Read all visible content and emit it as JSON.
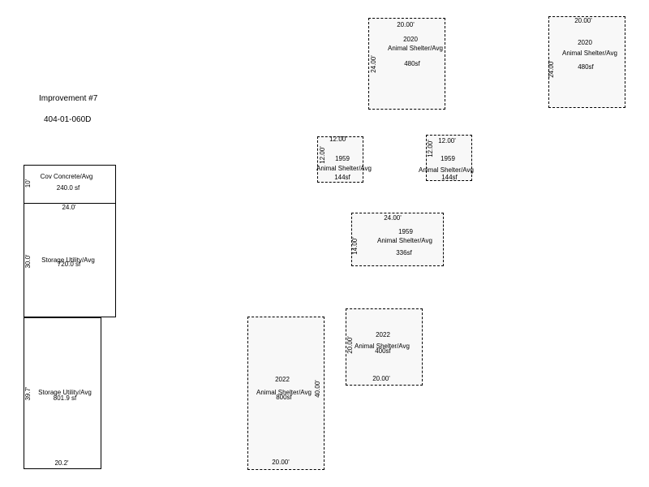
{
  "heading": {
    "title": "Improvement #7",
    "parcel": "404-01-060D"
  },
  "structures": {
    "cov_concrete": {
      "desc": "Cov Concrete/Avg",
      "area": "240.0 sf",
      "side": "10'"
    },
    "storage_a": {
      "top": "24.0'",
      "desc": "Storage Utility/Avg",
      "area": "720.0 sf",
      "side": "30.0'"
    },
    "storage_b": {
      "desc": "Storage Utility/Avg",
      "area": "801.9 sf",
      "side": "39.7'",
      "bottom": "20.2'"
    },
    "shelter_a": {
      "top": "20.00'",
      "year": "2020",
      "desc": "Animal Shelter/Avg",
      "area": "480sf",
      "side": "24.00'"
    },
    "shelter_b": {
      "top": "20.00'",
      "year": "2020",
      "desc": "Animal Shelter/Avg",
      "area": "480sf",
      "side": "24.00'"
    },
    "shelter_c": {
      "top": "12.00'",
      "side": "12.00'",
      "year": "1959",
      "desc": "Animal Shelter/Avg",
      "area": "144sf"
    },
    "shelter_d": {
      "top": "12.00'",
      "side": "12.00'",
      "year": "1959",
      "desc": "Animal Shelter/Avg",
      "area": "144sf"
    },
    "shelter_e": {
      "top": "24.00'",
      "year": "1959",
      "desc": "Animal Shelter/Avg",
      "area": "336sf",
      "side": "14.00'"
    },
    "shelter_f": {
      "year": "2022",
      "desc": "Animal Shelter/Avg",
      "area": "400sf",
      "side": "20.00'",
      "bottom": "20.00'"
    },
    "shelter_g": {
      "year": "2022",
      "desc": "Animal Shelter/Avg",
      "area": "800sf",
      "side": "40.00'",
      "bottom": "20.00'"
    }
  }
}
